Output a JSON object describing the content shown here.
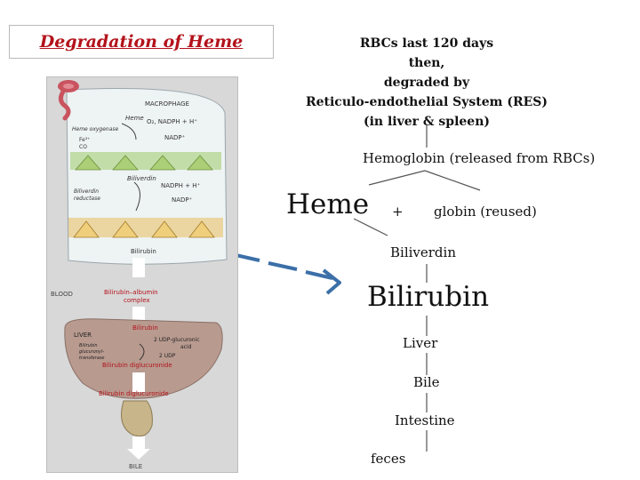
{
  "title": "Degradation of Heme",
  "intro": {
    "line1": "RBCs last 120 days",
    "line2": "then,",
    "line3": "degraded by",
    "line4": "Reticulo-endothelial System (RES)",
    "line5": "(in liver & spleen)"
  },
  "flow": {
    "hemoglobin": "Hemoglobin (released from RBCs)",
    "heme": "Heme",
    "plus": "+",
    "globin": "globin (reused)",
    "biliverdin": "Biliverdin",
    "bilirubin": "Bilirubin",
    "liver": "Liver",
    "bile": "Bile",
    "intestine": "Intestine",
    "feces": "feces"
  },
  "figure": {
    "macrophage": "MACROPHAGE",
    "heme": "Heme",
    "o2_nadph": "O₂, NADPH + H⁺",
    "heme_oxygenase": "Heme oxygenase",
    "fe_co": "Fe³⁺",
    "co": "CO",
    "nadp": "NADP⁺",
    "biliverdin": "Biliverdin",
    "biliverdin_reductase_1": "Biliverdin",
    "biliverdin_reductase_2": "reductase",
    "nadph2": "NADPH + H⁺",
    "nadp2": "NADP⁺",
    "bilirubin": "Bilirubin",
    "blood": "BLOOD",
    "albumin_1": "Bilirubin–albumin",
    "albumin_2": "complex",
    "liver": "LIVER",
    "bilirubin_liver": "Bilirubin",
    "udp_glucuronic_1": "2 UDP-glucuronic",
    "udp_glucuronic_2": "acid",
    "udp": "2 UDP",
    "transferase_1": "Bilirubin",
    "transferase_2": "glucuronyl-",
    "transferase_3": "transferase",
    "diglucuronide": "Bilirubin diglucuronide",
    "diglucuronide2": "Bilirubin diglucuronide",
    "bile": "BILE"
  }
}
